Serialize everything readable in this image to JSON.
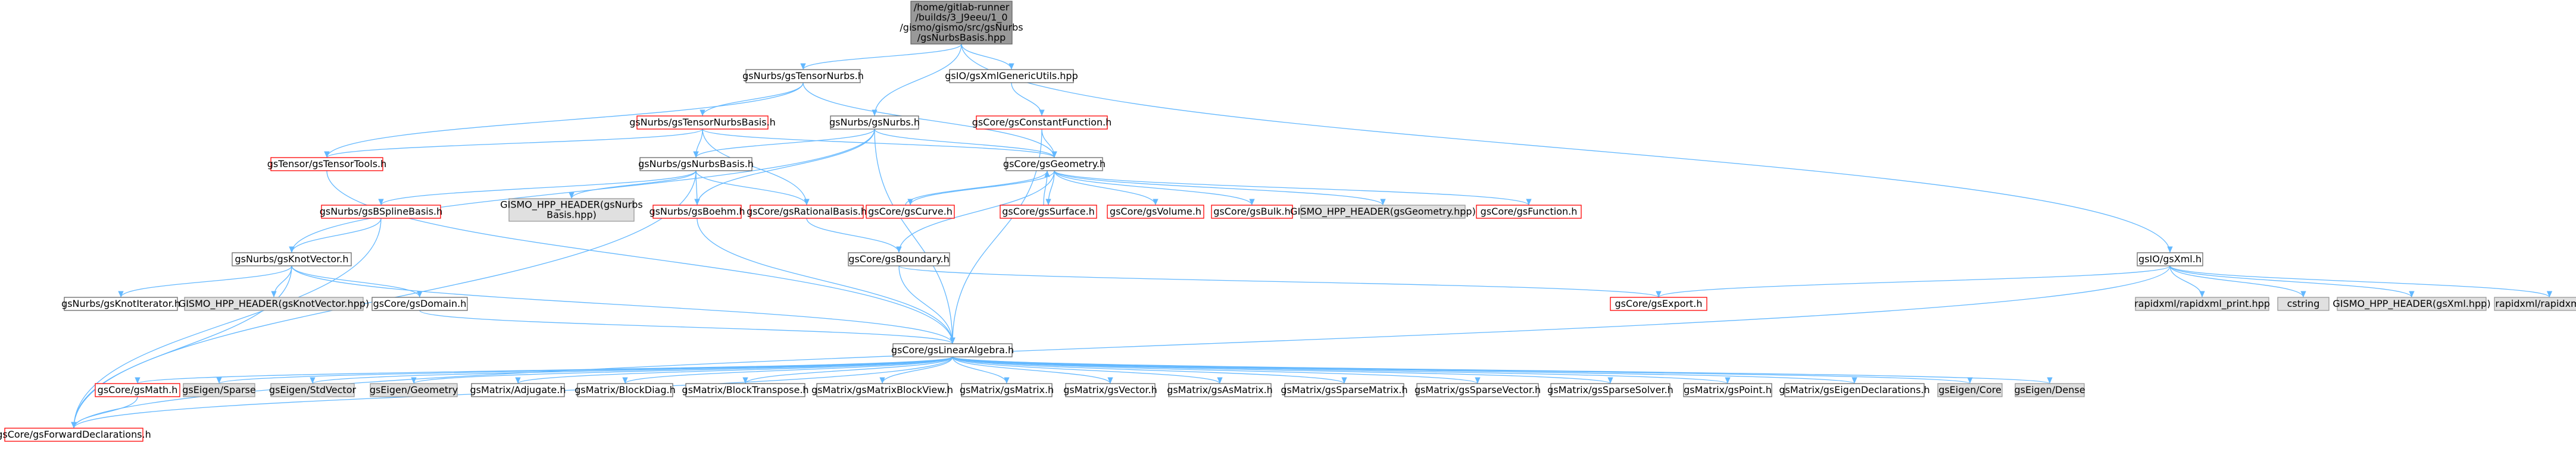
{
  "colors": {
    "edge": "#63b8ff",
    "root_fill": "#999999",
    "root_border": "#666666",
    "default_fill": "#ffffff",
    "default_border": "#666666",
    "red_border": "#ff0000",
    "gray_fill": "#e0e0e0",
    "gray_border": "#999999",
    "text": "#000000"
  },
  "nodes": [
    {
      "id": "root",
      "lines": [
        "/home/gitlab-runner",
        "/builds/3_J9eeu/1_0",
        "/gismo/gismo/src/gsNurbs",
        "/gsNurbsBasis.hpp"
      ],
      "style": "root"
    },
    {
      "id": "n_tensornurbs",
      "lines": [
        "gsNurbs/gsTensorNurbs.h"
      ],
      "style": "default"
    },
    {
      "id": "n_nurbs",
      "lines": [
        "gsNurbs/gsNurbs.h"
      ],
      "style": "default"
    },
    {
      "id": "n_xmlgeneric",
      "lines": [
        "gsIO/gsXmlGenericUtils.hpp"
      ],
      "style": "default"
    },
    {
      "id": "n_tensornurbsbasis",
      "lines": [
        "gsNurbs/gsTensorNurbsBasis.h"
      ],
      "style": "red"
    },
    {
      "id": "n_constantfunction",
      "lines": [
        "gsCore/gsConstantFunction.h"
      ],
      "style": "red"
    },
    {
      "id": "n_tensortools",
      "lines": [
        "gsTensor/gsTensorTools.h"
      ],
      "style": "red"
    },
    {
      "id": "n_nurbsbasis",
      "lines": [
        "gsNurbs/gsNurbsBasis.h"
      ],
      "style": "default"
    },
    {
      "id": "n_geometry",
      "lines": [
        "gsCore/gsGeometry.h"
      ],
      "style": "default"
    },
    {
      "id": "n_bsplinebasis",
      "lines": [
        "gsNurbs/gsBSplineBasis.h"
      ],
      "style": "red"
    },
    {
      "id": "n_hdr_nurbsbasis",
      "lines": [
        "GISMO_HPP_HEADER(gsNurbs",
        "Basis.hpp)"
      ],
      "style": "gray"
    },
    {
      "id": "n_boehm",
      "lines": [
        "gsNurbs/gsBoehm.h"
      ],
      "style": "red"
    },
    {
      "id": "n_rationalbasis",
      "lines": [
        "gsCore/gsRationalBasis.h"
      ],
      "style": "red"
    },
    {
      "id": "n_curve",
      "lines": [
        "gsCore/gsCurve.h"
      ],
      "style": "red"
    },
    {
      "id": "n_surface",
      "lines": [
        "gsCore/gsSurface.h"
      ],
      "style": "red"
    },
    {
      "id": "n_volume",
      "lines": [
        "gsCore/gsVolume.h"
      ],
      "style": "red"
    },
    {
      "id": "n_bulk",
      "lines": [
        "gsCore/gsBulk.h"
      ],
      "style": "red"
    },
    {
      "id": "n_hdr_geometry",
      "lines": [
        "GISMO_HPP_HEADER(gsGeometry.hpp)"
      ],
      "style": "gray"
    },
    {
      "id": "n_function",
      "lines": [
        "gsCore/gsFunction.h"
      ],
      "style": "red"
    },
    {
      "id": "n_knotvector",
      "lines": [
        "gsNurbs/gsKnotVector.h"
      ],
      "style": "default"
    },
    {
      "id": "n_boundary",
      "lines": [
        "gsCore/gsBoundary.h"
      ],
      "style": "default"
    },
    {
      "id": "n_knotiterator",
      "lines": [
        "gsNurbs/gsKnotIterator.h"
      ],
      "style": "default"
    },
    {
      "id": "n_hdr_knotvector",
      "lines": [
        "GISMO_HPP_HEADER(gsKnotVector.hpp)"
      ],
      "style": "gray"
    },
    {
      "id": "n_domain",
      "lines": [
        "gsCore/gsDomain.h"
      ],
      "style": "default"
    },
    {
      "id": "n_xml",
      "lines": [
        "gsIO/gsXml.h"
      ],
      "style": "default"
    },
    {
      "id": "n_export",
      "lines": [
        "gsCore/gsExport.h"
      ],
      "style": "red"
    },
    {
      "id": "n_rapid_print",
      "lines": [
        "rapidxml/rapidxml_print.hpp"
      ],
      "style": "gray"
    },
    {
      "id": "n_cstring",
      "lines": [
        "cstring"
      ],
      "style": "gray"
    },
    {
      "id": "n_hdr_xml",
      "lines": [
        "GISMO_HPP_HEADER(gsXml.hpp)"
      ],
      "style": "gray"
    },
    {
      "id": "n_rapidxml",
      "lines": [
        "rapidxml/rapidxml.hpp"
      ],
      "style": "gray"
    },
    {
      "id": "n_linalg",
      "lines": [
        "gsCore/gsLinearAlgebra.h"
      ],
      "style": "default"
    },
    {
      "id": "n_math",
      "lines": [
        "gsCore/gsMath.h"
      ],
      "style": "red"
    },
    {
      "id": "n_eigen_sparse",
      "lines": [
        "gsEigen/Sparse"
      ],
      "style": "gray"
    },
    {
      "id": "n_eigen_stdvector",
      "lines": [
        "gsEigen/StdVector"
      ],
      "style": "gray"
    },
    {
      "id": "n_eigen_geometry",
      "lines": [
        "gsEigen/Geometry"
      ],
      "style": "gray"
    },
    {
      "id": "n_adjugate",
      "lines": [
        "gsMatrix/Adjugate.h"
      ],
      "style": "default"
    },
    {
      "id": "n_blockdiag",
      "lines": [
        "gsMatrix/BlockDiag.h"
      ],
      "style": "default"
    },
    {
      "id": "n_blocktranspose",
      "lines": [
        "gsMatrix/BlockTranspose.h"
      ],
      "style": "default"
    },
    {
      "id": "n_matrixblockview",
      "lines": [
        "gsMatrix/gsMatrixBlockView.h"
      ],
      "style": "default"
    },
    {
      "id": "n_matrix",
      "lines": [
        "gsMatrix/gsMatrix.h"
      ],
      "style": "default"
    },
    {
      "id": "n_vector",
      "lines": [
        "gsMatrix/gsVector.h"
      ],
      "style": "default"
    },
    {
      "id": "n_asmatrix",
      "lines": [
        "gsMatrix/gsAsMatrix.h"
      ],
      "style": "default"
    },
    {
      "id": "n_sparsematrix",
      "lines": [
        "gsMatrix/gsSparseMatrix.h"
      ],
      "style": "default"
    },
    {
      "id": "n_sparsevector",
      "lines": [
        "gsMatrix/gsSparseVector.h"
      ],
      "style": "default"
    },
    {
      "id": "n_sparsesolver",
      "lines": [
        "gsMatrix/gsSparseSolver.h"
      ],
      "style": "default"
    },
    {
      "id": "n_point",
      "lines": [
        "gsMatrix/gsPoint.h"
      ],
      "style": "default"
    },
    {
      "id": "n_eigendecl",
      "lines": [
        "gsMatrix/gsEigenDeclarations.h"
      ],
      "style": "default"
    },
    {
      "id": "n_eigen_core",
      "lines": [
        "gsEigen/Core"
      ],
      "style": "gray"
    },
    {
      "id": "n_eigen_dense",
      "lines": [
        "gsEigen/Dense"
      ],
      "style": "gray"
    },
    {
      "id": "n_fwd",
      "lines": [
        "gsCore/gsForwardDeclarations.h"
      ],
      "style": "red"
    }
  ],
  "edges": [
    [
      "root",
      "n_tensornurbs"
    ],
    [
      "root",
      "n_nurbs"
    ],
    [
      "root",
      "n_xmlgeneric"
    ],
    [
      "root",
      "n_xml"
    ],
    [
      "n_tensornurbs",
      "n_tensornurbsbasis"
    ],
    [
      "n_tensornurbs",
      "n_tensortools"
    ],
    [
      "n_tensornurbs",
      "n_geometry"
    ],
    [
      "n_tensornurbsbasis",
      "n_tensortools"
    ],
    [
      "n_tensornurbsbasis",
      "n_nurbsbasis"
    ],
    [
      "n_tensornurbsbasis",
      "n_rationalbasis"
    ],
    [
      "n_tensornurbsbasis",
      "n_geometry"
    ],
    [
      "n_tensortools",
      "n_linalg"
    ],
    [
      "n_nurbs",
      "n_nurbsbasis"
    ],
    [
      "n_nurbs",
      "n_geometry"
    ],
    [
      "n_nurbs",
      "n_boehm"
    ],
    [
      "n_nurbs",
      "n_knotvector"
    ],
    [
      "n_nurbs",
      "n_linalg"
    ],
    [
      "n_xmlgeneric",
      "n_constantfunction"
    ],
    [
      "n_constantfunction",
      "n_geometry"
    ],
    [
      "n_constantfunction",
      "n_linalg"
    ],
    [
      "n_nurbsbasis",
      "n_bsplinebasis"
    ],
    [
      "n_nurbsbasis",
      "n_hdr_nurbsbasis"
    ],
    [
      "n_nurbsbasis",
      "n_boehm"
    ],
    [
      "n_nurbsbasis",
      "n_rationalbasis"
    ],
    [
      "n_nurbsbasis",
      "n_fwd"
    ],
    [
      "n_geometry",
      "n_curve"
    ],
    [
      "n_geometry",
      "n_surface"
    ],
    [
      "n_geometry",
      "n_volume"
    ],
    [
      "n_geometry",
      "n_bulk"
    ],
    [
      "n_geometry",
      "n_hdr_geometry"
    ],
    [
      "n_geometry",
      "n_function"
    ],
    [
      "n_geometry",
      "n_boundary"
    ],
    [
      "n_curve",
      "n_geometry"
    ],
    [
      "n_surface",
      "n_geometry"
    ],
    [
      "n_bsplinebasis",
      "n_knotvector"
    ],
    [
      "n_bsplinebasis",
      "n_fwd"
    ],
    [
      "n_boehm",
      "n_linalg"
    ],
    [
      "n_rationalbasis",
      "n_boundary"
    ],
    [
      "n_knotvector",
      "n_knotiterator"
    ],
    [
      "n_knotvector",
      "n_hdr_knotvector"
    ],
    [
      "n_knotvector",
      "n_domain"
    ],
    [
      "n_knotvector",
      "n_linalg"
    ],
    [
      "n_knotvector",
      "n_fwd"
    ],
    [
      "n_domain",
      "n_linalg"
    ],
    [
      "n_boundary",
      "n_export"
    ],
    [
      "n_boundary",
      "n_linalg"
    ],
    [
      "n_xml",
      "n_export"
    ],
    [
      "n_xml",
      "n_rapid_print"
    ],
    [
      "n_xml",
      "n_cstring"
    ],
    [
      "n_xml",
      "n_hdr_xml"
    ],
    [
      "n_xml",
      "n_rapidxml"
    ],
    [
      "n_xml",
      "n_fwd"
    ],
    [
      "n_linalg",
      "n_math"
    ],
    [
      "n_linalg",
      "n_eigen_sparse"
    ],
    [
      "n_linalg",
      "n_eigen_stdvector"
    ],
    [
      "n_linalg",
      "n_eigen_geometry"
    ],
    [
      "n_linalg",
      "n_adjugate"
    ],
    [
      "n_linalg",
      "n_blockdiag"
    ],
    [
      "n_linalg",
      "n_blocktranspose"
    ],
    [
      "n_linalg",
      "n_matrixblockview"
    ],
    [
      "n_linalg",
      "n_matrix"
    ],
    [
      "n_linalg",
      "n_vector"
    ],
    [
      "n_linalg",
      "n_asmatrix"
    ],
    [
      "n_linalg",
      "n_sparsematrix"
    ],
    [
      "n_linalg",
      "n_sparsevector"
    ],
    [
      "n_linalg",
      "n_sparsesolver"
    ],
    [
      "n_linalg",
      "n_point"
    ],
    [
      "n_linalg",
      "n_eigendecl"
    ],
    [
      "n_linalg",
      "n_eigen_core"
    ],
    [
      "n_linalg",
      "n_eigen_dense"
    ],
    [
      "n_linalg",
      "n_fwd"
    ],
    [
      "n_math",
      "n_fwd"
    ]
  ]
}
